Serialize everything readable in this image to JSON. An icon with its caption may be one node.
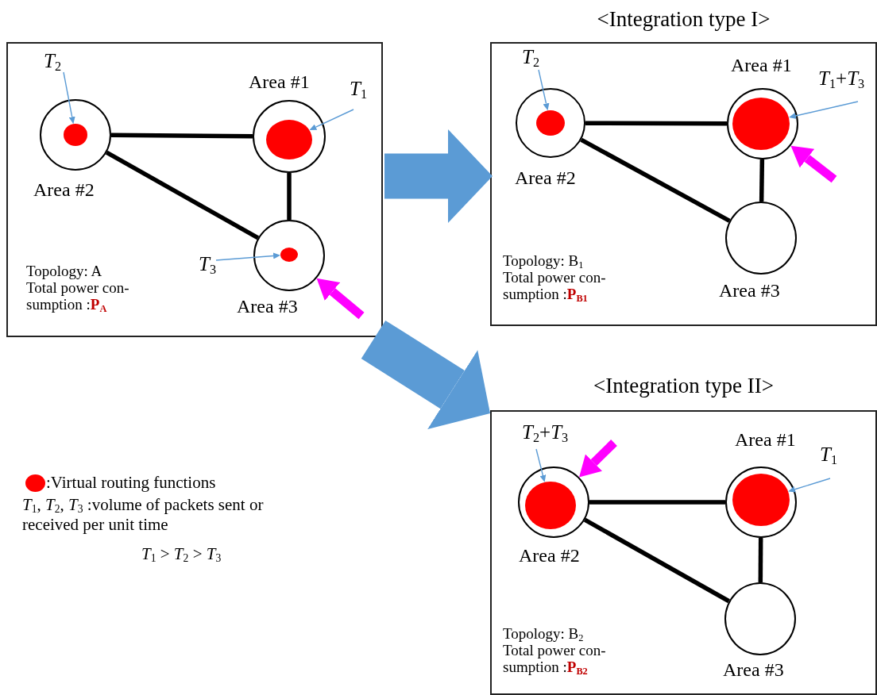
{
  "diagram": {
    "nodes": [
      {
        "text": [
          "Topology: A",
          "Total power con- sumption :**P**$_{A}$"
        ]
      },
      {
        "text": [
          "Area #2"
        ],
        "in": 0
      },
      {
        "text": [],
        "shape": "circle",
        "in": 1
      },
      {
        "text": [
          "*T*$_{2}$"
        ],
        "in": 0
      },
      {
        "text": [
          "Area #1"
        ],
        "in": 0
      },
      {
        "text": [],
        "shape": "circle",
        "in": 4
      },
      {
        "text": [
          "*T*$_{1}$"
        ],
        "in": 0
      },
      {
        "text": [
          "Area #3"
        ],
        "in": 0
      },
      {
        "text": [],
        "shape": "circle",
        "in": 7
      },
      {
        "text": [
          "*T*$_{3}$"
        ],
        "in": 0
      },
      {
        "text": [
          "<Integration type I>",
          "Topology: B$_{1}$",
          "Total power con- sumption :**P**$_{B1}$"
        ]
      },
      {
        "text": [
          "Area #2"
        ],
        "in": 10
      },
      {
        "text": [],
        "shape": "circle",
        "in": 11
      },
      {
        "text": [
          "*T*$_{2}$"
        ],
        "in": 10
      },
      {
        "text": [
          "Area #1"
        ],
        "in": 10
      },
      {
        "text": [],
        "shape": "circle",
        "in": 14
      },
      {
        "text": [
          "*T*$_{1}$+*T*$_{3}$"
        ],
        "in": 10
      },
      {
        "text": [
          "Area #3"
        ],
        "in": 10
      },
      {
        "text": [
          "<Integration type II>",
          "Topology: B$_{2}$",
          "Total power con- sumption :**P**$_{B2}$"
        ]
      },
      {
        "text": [
          "Area #2"
        ],
        "in": 18
      },
      {
        "text": [],
        "shape": "circle",
        "in": 19
      },
      {
        "text": [
          "*T*$_{2}$+*T*$_{3}$"
        ],
        "in": 18
      },
      {
        "text": [
          "Area #1"
        ],
        "in": 18
      },
      {
        "text": [],
        "shape": "circle",
        "in": 22
      },
      {
        "text": [
          "*T*$_{1}$"
        ],
        "in": 18
      },
      {
        "text": [
          "Area #3"
        ],
        "in": 18
      }
    ],
    "edges": [
      {
        "from": 1,
        "to": 4,
        "arrow": "none"
      },
      {
        "from": 1,
        "to": 7,
        "arrow": "none"
      },
      {
        "from": 4,
        "to": 7,
        "arrow": "none"
      },
      {
        "from": 3,
        "to": 2,
        "arrow": "to",
        "color": "#5b9bd5"
      },
      {
        "from": 6,
        "to": 5,
        "arrow": "to",
        "color": "#5b9bd5"
      },
      {
        "from": 9,
        "to": 8,
        "arrow": "to",
        "color": "#5b9bd5"
      },
      {
        "from": null,
        "to": 7,
        "arrow": "to",
        "style": "thick",
        "color": "#ff00ff"
      },
      {
        "from": 11,
        "to": 14,
        "arrow": "none"
      },
      {
        "from": 11,
        "to": 17,
        "arrow": "none"
      },
      {
        "from": 14,
        "to": 17,
        "arrow": "none"
      },
      {
        "from": 13,
        "to": 12,
        "arrow": "to",
        "color": "#5b9bd5"
      },
      {
        "from": 16,
        "to": 15,
        "arrow": "to",
        "color": "#5b9bd5"
      },
      {
        "from": null,
        "to": 14,
        "arrow": "to",
        "style": "thick",
        "color": "#ff00ff"
      },
      {
        "from": 19,
        "to": 22,
        "arrow": "none"
      },
      {
        "from": 19,
        "to": 25,
        "arrow": "none"
      },
      {
        "from": 22,
        "to": 25,
        "arrow": "none"
      },
      {
        "from": 21,
        "to": 20,
        "arrow": "to",
        "color": "#5b9bd5"
      },
      {
        "from": 24,
        "to": 23,
        "arrow": "to",
        "color": "#5b9bd5"
      },
      {
        "from": null,
        "to": 19,
        "arrow": "to",
        "style": "thick",
        "color": "#ff00ff"
      },
      {
        "from": 0,
        "to": 10,
        "arrow": "to",
        "style": "thick",
        "color": "#5b9bd5"
      },
      {
        "from": 0,
        "to": 18,
        "arrow": "to",
        "style": "thick",
        "color": "#5b9bd5"
      }
    ],
    "labels": [
      "*T*$_{1}$, *T*$_{2}$, *T*$_{3}$ :volume of packets sent or received per unit time",
      "*T*$_{1}$ > *T*$_{2}$ > *T*$_{3}$"
    ],
    "legend": [
      {
        "text": ":Virtual routing functions",
        "color": "#ff0000"
      }
    ]
  }
}
